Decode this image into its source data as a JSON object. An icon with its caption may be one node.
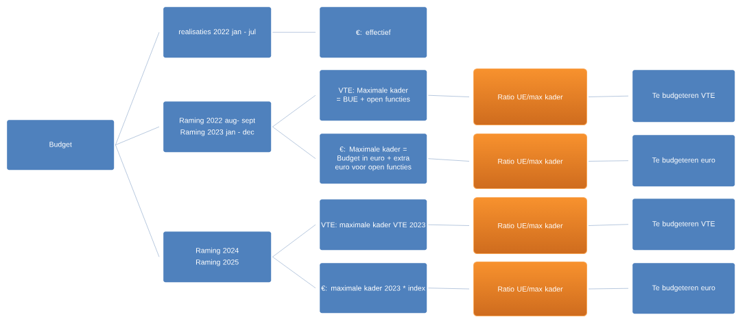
{
  "diagram": {
    "nodes": [
      {
        "text": [
          "Budget"
        ]
      },
      {
        "text": [
          "realisaties 2022 jan - jul"
        ]
      },
      {
        "text": [
          "€: effectief"
        ]
      },
      {
        "text": [
          "Raming 2022 aug- sept",
          "Raming 2023 jan - dec"
        ]
      },
      {
        "text": [
          "VTE: Maximale kader = BUE + open functies"
        ]
      },
      {
        "text": [
          "€: Maximale kader = Budget in euro + extra euro voor open functies"
        ]
      },
      {
        "text": [
          "Ratio UE/max kader"
        ]
      },
      {
        "text": [
          "Te budgeteren VTE"
        ]
      },
      {
        "text": [
          "Ratio UE/max kader"
        ]
      },
      {
        "text": [
          "Te budgeteren euro"
        ]
      },
      {
        "text": [
          "Raming 2024",
          "Raming 2025"
        ]
      },
      {
        "text": [
          "VTE: maximale kader VTE 2023"
        ]
      },
      {
        "text": [
          "Ratio UE/max kader"
        ]
      },
      {
        "text": [
          "Te budgeteren VTE"
        ]
      },
      {
        "text": [
          "€: maximale kader 2023 * index"
        ]
      },
      {
        "text": [
          "Ratio UE/max kader"
        ]
      },
      {
        "text": [
          "Te budgeteren euro"
        ]
      }
    ],
    "edges": [
      {
        "from": 0,
        "to": 1,
        "arrow": "none"
      },
      {
        "from": 0,
        "to": 3,
        "arrow": "none"
      },
      {
        "from": 0,
        "to": 10,
        "arrow": "none"
      },
      {
        "from": 1,
        "to": 2,
        "arrow": "none"
      },
      {
        "from": 3,
        "to": 4,
        "arrow": "none"
      },
      {
        "from": 3,
        "to": 5,
        "arrow": "none"
      },
      {
        "from": 4,
        "to": 6,
        "arrow": "none"
      },
      {
        "from": 6,
        "to": 7,
        "arrow": "none"
      },
      {
        "from": 5,
        "to": 8,
        "arrow": "none"
      },
      {
        "from": 8,
        "to": 9,
        "arrow": "none"
      },
      {
        "from": 10,
        "to": 11,
        "arrow": "none"
      },
      {
        "from": 10,
        "to": 14,
        "arrow": "none"
      },
      {
        "from": 11,
        "to": 12,
        "arrow": "none"
      },
      {
        "from": 12,
        "to": 13,
        "arrow": "none"
      },
      {
        "from": 14,
        "to": 15,
        "arrow": "none"
      },
      {
        "from": 15,
        "to": 16,
        "arrow": "none"
      }
    ]
  }
}
